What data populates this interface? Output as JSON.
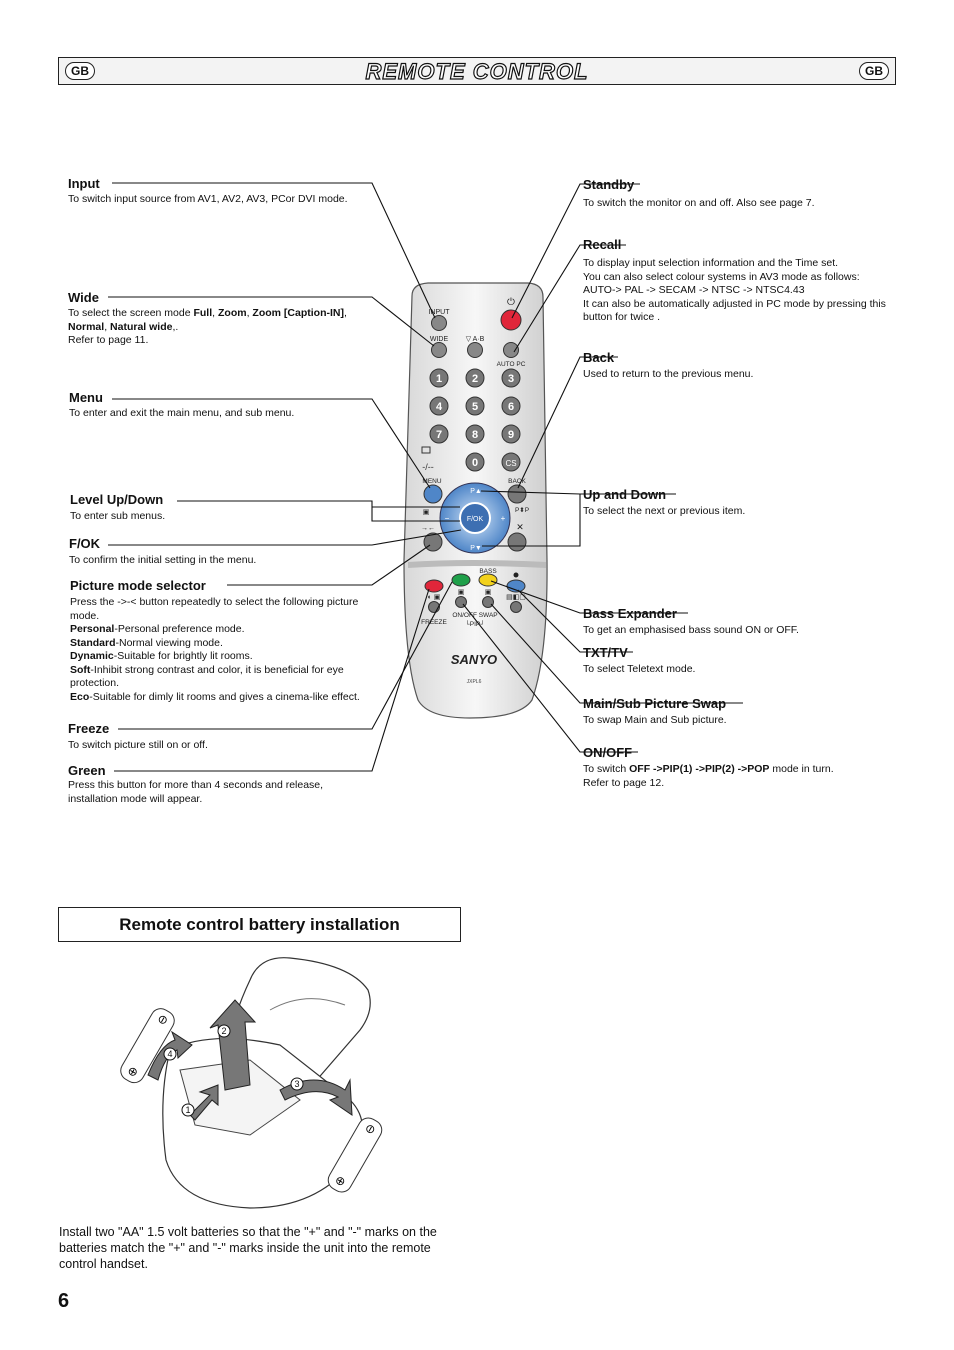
{
  "header": {
    "badge_left": "GB",
    "title": "REMOTE CONTROL",
    "badge_right": "GB"
  },
  "left_labels": [
    {
      "label": "Input",
      "desc": "To switch input source from AV1, AV2, AV3, PCor DVI mode."
    },
    {
      "label": "Wide",
      "desc_html": "To select the screen mode <b>Full</b>, <b>Zoom</b>, <b>Zoom [Caption-IN]</b>, <b>Normal</b>, <b>Natural wide</b>,.<br>Refer to page 11."
    },
    {
      "label": "Menu",
      "desc": "To enter and exit the main menu, and sub menu."
    },
    {
      "label": "Level Up/Down",
      "desc": "To enter sub menus."
    },
    {
      "label": "F/OK",
      "desc": "To confirm the initial setting in the menu."
    },
    {
      "label": "Picture mode selector",
      "desc_html": "Press the -&gt;-&lt; button repeatedly to select the following picture mode.<br><b>Personal</b>-Personal preference mode.<br><b>Standard</b>-Normal viewing mode.<br><b>Dynamic</b>-Suitable for brightly lit rooms.<br><b>Soft</b>-Inhibit strong contrast and color, it is beneficial for eye protection.<br><b>Eco</b>-Suitable for dimly lit rooms and gives a cinema-like effect."
    },
    {
      "label": "Freeze",
      "desc": "To switch picture still on or off."
    },
    {
      "label": "Green",
      "desc_html": "Press this button for more than 4 seconds and release,<br>installation mode will appear."
    }
  ],
  "right_labels": [
    {
      "label": "Standby",
      "desc": "To switch the monitor on and off. Also see page 7."
    },
    {
      "label": "Recall",
      "desc_html": "To display input selection information and the Time set.<br>You can also select colour systems in AV3 mode as follows:<br>AUTO-&gt; PAL -&gt; SECAM -&gt; NTSC -&gt; NTSC4.43<br>It can also be automatically adjusted in PC mode by pressing this button for twice ."
    },
    {
      "label": "Back",
      "desc": "Used to return to the previous menu."
    },
    {
      "label": "Up and Down",
      "desc": "To select the next or previous item."
    },
    {
      "label": "Bass Expander",
      "desc": "To get an emphasised bass sound ON or OFF."
    },
    {
      "label": "TXT/TV",
      "desc": "To select Teletext mode."
    },
    {
      "label": "Main/Sub Picture Swap",
      "desc": "To swap Main and Sub picture."
    },
    {
      "label": "ON/OFF",
      "desc_html": "To switch <b>OFF -&gt;PIP(1) -&gt;PIP(2) -&gt;POP</b> mode in turn.<br>Refer to page 12."
    }
  ],
  "remote": {
    "input": "INPUT",
    "wide": "WIDE",
    "ab": "▽ A·B",
    "auto_pc": "AUTO PC",
    "digits": [
      "1",
      "2",
      "3",
      "4",
      "5",
      "6",
      "7",
      "8",
      "9",
      "0"
    ],
    "cs": "CS",
    "menu": "MENU",
    "back": "BACK",
    "p_up": "P▲",
    "p_down": "P▼",
    "fok": "F/OK",
    "pp": "P⬍P",
    "bass": "BASS",
    "freeze": "FREEZE",
    "onoff_swap": "ON/OFF SWAP",
    "pip": "└PIP┘",
    "brand": "SANYO",
    "model": "JXPL6"
  },
  "battery": {
    "title": "Remote control battery installation",
    "steps": [
      "1",
      "2",
      "3",
      "4"
    ],
    "text": "Install two \"AA\" 1.5 volt batteries so that the \"+\" and  \"-\" marks on the batteries match the \"+\" and \"-\" marks inside the unit into the remote control handset."
  },
  "page_number": "6"
}
